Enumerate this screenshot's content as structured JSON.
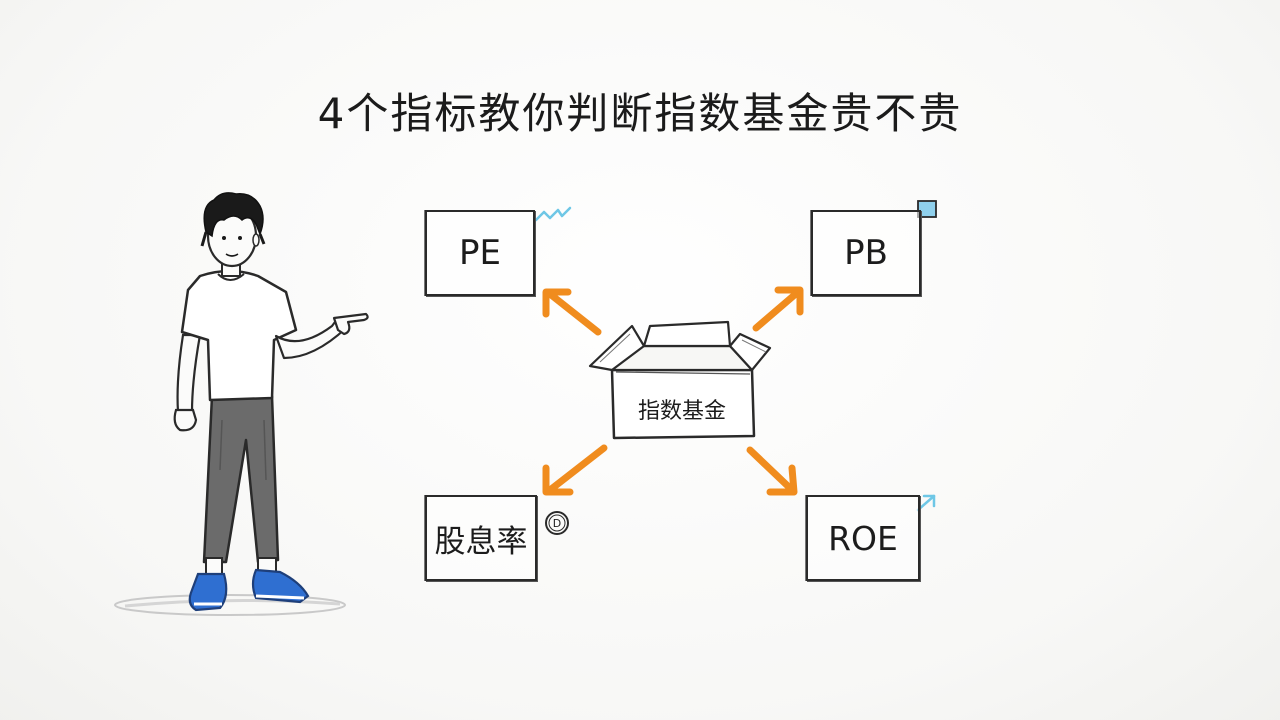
{
  "title": "4个指标教你判断指数基金贵不贵",
  "center": {
    "label": "指数基金"
  },
  "indicators": [
    {
      "label": "PE"
    },
    {
      "label": "PB"
    },
    {
      "label": "股息率"
    },
    {
      "label": "ROE"
    }
  ],
  "coin": {
    "letter": "D"
  },
  "colors": {
    "arrow": "#f08c1e",
    "accent_blue": "#6ec7e6",
    "ink": "#1c1c1c",
    "shoe": "#2f6fd1",
    "pants": "#6b6b6b"
  }
}
